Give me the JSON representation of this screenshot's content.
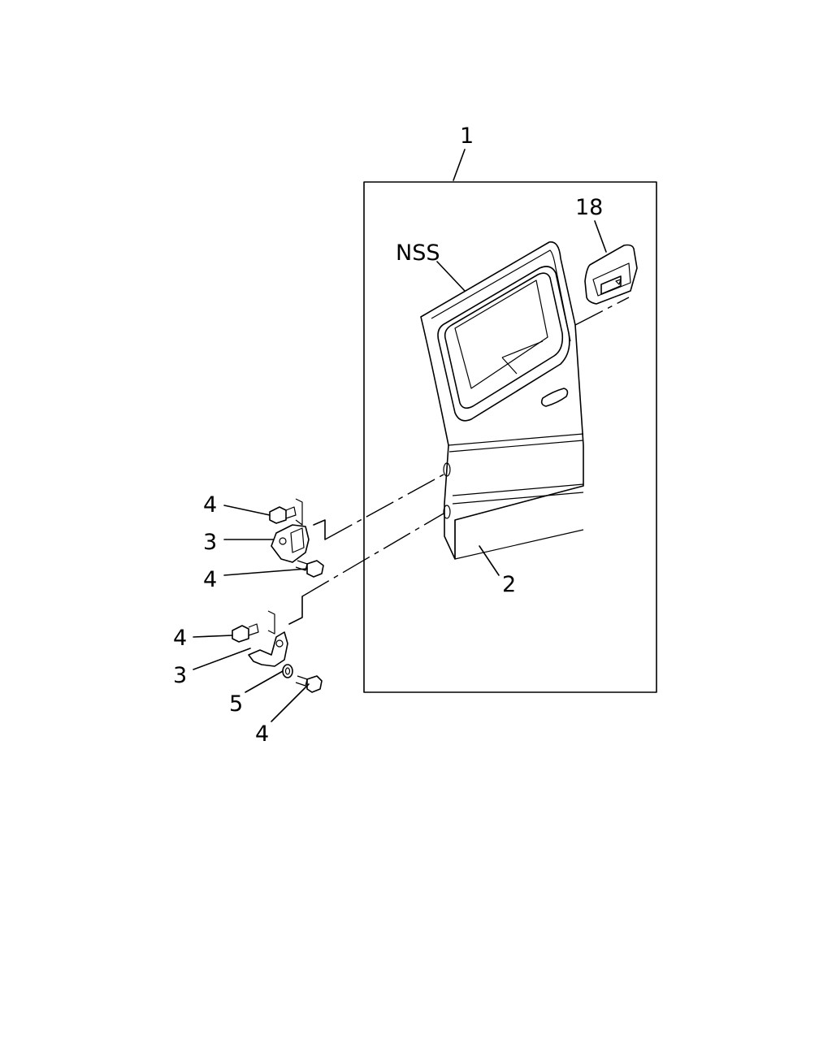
{
  "callouts": {
    "assembly": "1",
    "door_panel": "NSS",
    "handle": "18",
    "lower_trim": "2",
    "upper_hinge": "3",
    "upper_hinge_bolt_top": "4",
    "upper_hinge_bolt_bottom": "4",
    "lower_hinge": "3",
    "lower_hinge_bolt_left": "4",
    "washer": "5",
    "lower_hinge_bolt_bottom": "4"
  }
}
